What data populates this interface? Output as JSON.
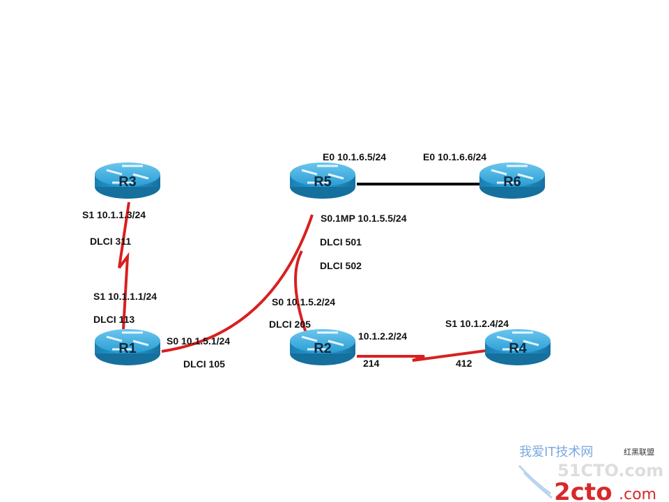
{
  "routers": [
    {
      "id": "R3",
      "label": "R3"
    },
    {
      "id": "R5",
      "label": "R5"
    },
    {
      "id": "R6",
      "label": "R6"
    },
    {
      "id": "R1",
      "label": "R1"
    },
    {
      "id": "R2",
      "label": "R2"
    },
    {
      "id": "R4",
      "label": "R4"
    }
  ],
  "labels": {
    "r3_s1": "S1 10.1.1.3/24",
    "r3_dlci": "DLCI  311",
    "r1_s1": "S1 10.1.1.1/24",
    "r1_dlci113": "DLCI 113",
    "r1_s0": "S0 10.1.5.1/24",
    "r1_dlci105": "DLCI 105",
    "r5_e0": "E0 10.1.6.5/24",
    "r6_e0": "E0 10.1.6.6/24",
    "r5_s01": "S0.1MP  10.1.5.5/24",
    "r5_dlci501": "DLCI  501",
    "r5_dlci502": "DLCI  502",
    "r2_s0": "S0 10.1.5.2/24",
    "r2_dlci205": "DLCI  205",
    "r2_s1": "10.1.2.2/24",
    "r2_dlci214": "214",
    "r4_s1": "S1 10.1.2.4/24",
    "r4_dlci412": "412"
  },
  "watermark": {
    "site1": "51CTO.com",
    "site2": "2cto",
    "site2_suffix": ".com",
    "cn1": "我爱IT技术网",
    "cn2": "红黑联盟"
  },
  "colors": {
    "serial_link": "#d82020",
    "ethernet_link": "#000000",
    "router_body": "#1f8fc4"
  }
}
